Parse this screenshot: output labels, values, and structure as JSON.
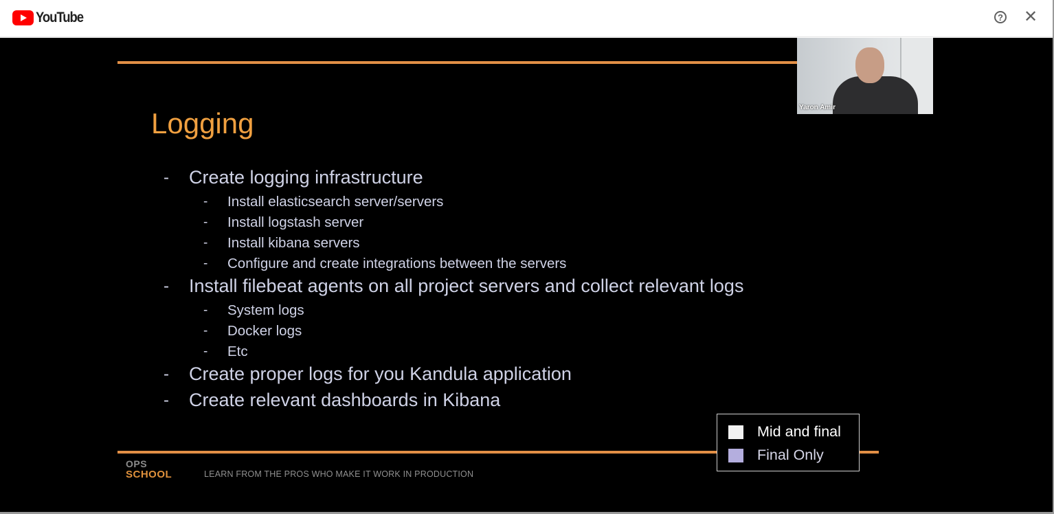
{
  "topbar": {
    "brand": "YouTube",
    "help_icon": "question-circle-icon",
    "close_icon": "close-icon"
  },
  "slide": {
    "title": "Logging",
    "bullets": [
      {
        "text": "Create logging infrastructure",
        "level": 1
      },
      {
        "text": "Install elasticsearch server/servers",
        "level": 2
      },
      {
        "text": "Install logstash server",
        "level": 2
      },
      {
        "text": "Install kibana servers",
        "level": 2
      },
      {
        "text": "Configure and create integrations between the servers",
        "level": 2
      },
      {
        "text": "Install filebeat agents on all project servers and collect relevant logs",
        "level": 1
      },
      {
        "text": "System logs",
        "level": 2
      },
      {
        "text": "Docker logs",
        "level": 2
      },
      {
        "text": "Etc",
        "level": 2
      },
      {
        "text": "Create proper logs for you Kandula application",
        "level": 1
      },
      {
        "text": "Create relevant dashboards in Kibana",
        "level": 1
      }
    ],
    "dash": "-",
    "footer": {
      "logo_top": "OPS",
      "logo_bottom": "SCHOOL",
      "tagline": "LEARN FROM THE PROS WHO MAKE IT WORK IN PRODUCTION"
    },
    "legend": [
      {
        "label": "Mid and final",
        "color": "#f2f2f2",
        "text_color": "#ffffff"
      },
      {
        "label": "Final Only",
        "color": "#b4aede",
        "text_color": "#d6d6e8"
      }
    ]
  },
  "webcam": {
    "name": "Yaron Amir"
  },
  "colors": {
    "accent_orange": "#e28f46",
    "title_orange": "#f0a040",
    "bullet_text": "#cfd2e6",
    "stage_bg": "#000000"
  }
}
